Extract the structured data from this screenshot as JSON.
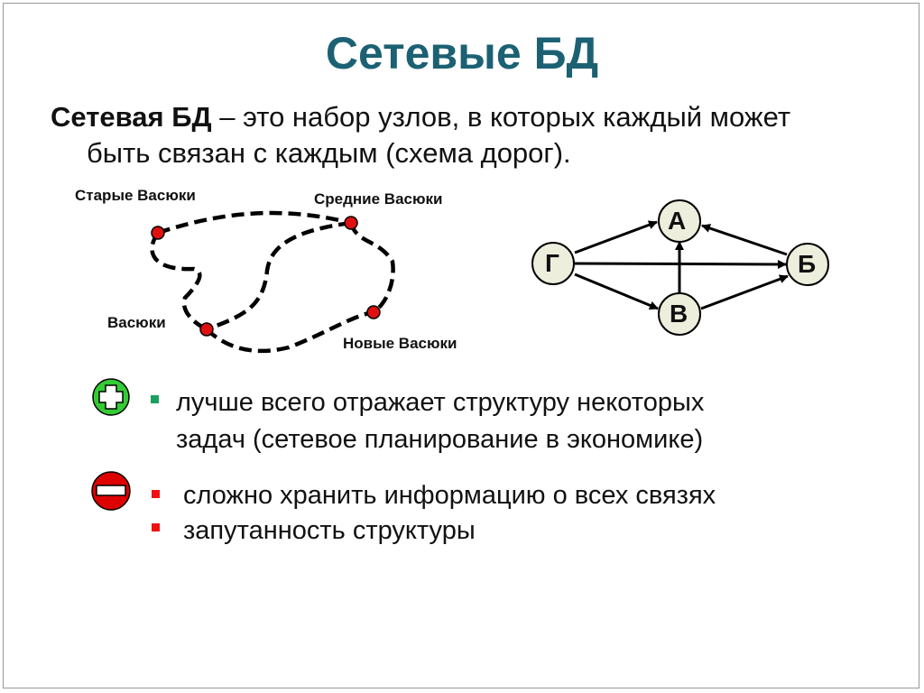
{
  "title": "Сетевые БД",
  "definition": {
    "term": "Сетевая БД",
    "line1_rest": " – это набор узлов, в которых каждый может",
    "line2": "быть связан с каждым (схема дорог)."
  },
  "road_map": {
    "towns": [
      "Старые Васюки",
      "Средние Васюки",
      "Васюки",
      "Новые Васюки"
    ]
  },
  "graph": {
    "nodes": [
      "А",
      "Б",
      "В",
      "Г"
    ],
    "edges": [
      [
        "Г",
        "А"
      ],
      [
        "Г",
        "Б"
      ],
      [
        "Г",
        "В"
      ],
      [
        "В",
        "А"
      ],
      [
        "Б",
        "А"
      ],
      [
        "В",
        "Б"
      ]
    ]
  },
  "pros": {
    "icon": "plus-icon",
    "items": [
      "лучше всего отражает структуру некоторых",
      "задач (сетевое планирование в экономике)"
    ]
  },
  "cons": {
    "icon": "minus-icon",
    "items": [
      "сложно хранить информацию о всех связях",
      "запутанность структуры"
    ]
  },
  "colors": {
    "title": "#1c6173",
    "plus": "#33cc33",
    "minus": "#dd0000",
    "bullet_green": "#1aa060",
    "bullet_red": "#ee1111",
    "node_fill": "#eeeedd"
  }
}
